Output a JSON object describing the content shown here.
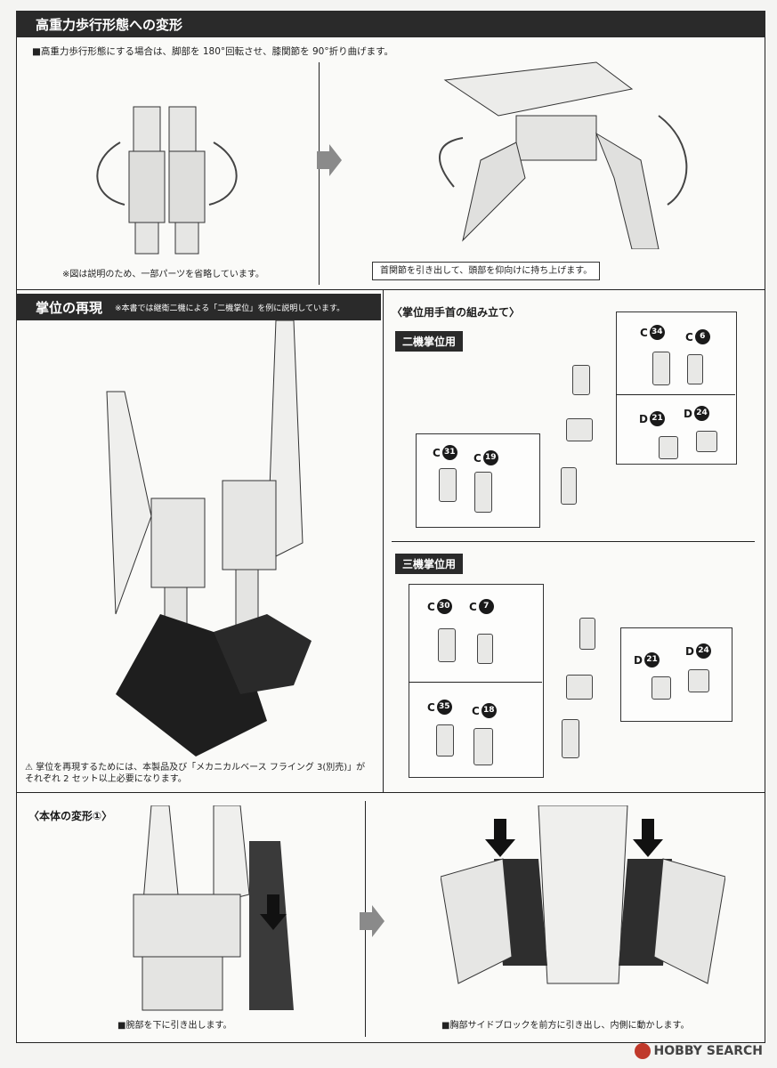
{
  "section1": {
    "title": "高重力歩行形態への変形",
    "instruction": "■高重力歩行形態にする場合は、脚部を 180°回転させ、膝関節を 90°折り曲げます。",
    "note_left": "※図は説明のため、一部パーツを省略しています。",
    "note_right": "首関節を引き出して、頭部を仰向けに持ち上げます。"
  },
  "section2": {
    "title": "掌位の再現",
    "subtitle": "※本書では継衛二機による「二機掌位」を例に説明しています。",
    "warning": "⚠ 掌位を再現するためには、本製品及び「メカニカルベース フライング 3(別売)」が\nそれぞれ 2 セット以上必要になります。"
  },
  "section3": {
    "title": "〈掌位用手首の組み立て〉",
    "two_label": "二機掌位用",
    "three_label": "三機掌位用",
    "parts_two": [
      {
        "letter": "C",
        "num": "34"
      },
      {
        "letter": "C",
        "num": "6"
      },
      {
        "letter": "D",
        "num": "21"
      },
      {
        "letter": "D",
        "num": "24"
      },
      {
        "letter": "C",
        "num": "31"
      },
      {
        "letter": "C",
        "num": "19"
      }
    ],
    "parts_three": [
      {
        "letter": "C",
        "num": "30"
      },
      {
        "letter": "C",
        "num": "7"
      },
      {
        "letter": "C",
        "num": "35"
      },
      {
        "letter": "C",
        "num": "18"
      },
      {
        "letter": "D",
        "num": "21"
      },
      {
        "letter": "D",
        "num": "24"
      }
    ]
  },
  "section4": {
    "title": "〈本体の変形①〉",
    "note_left": "■腕部を下に引き出します。",
    "note_right": "■胸部サイドブロックを前方に引き出し、内側に動かします。"
  },
  "watermark": "HOBBY SEARCH"
}
